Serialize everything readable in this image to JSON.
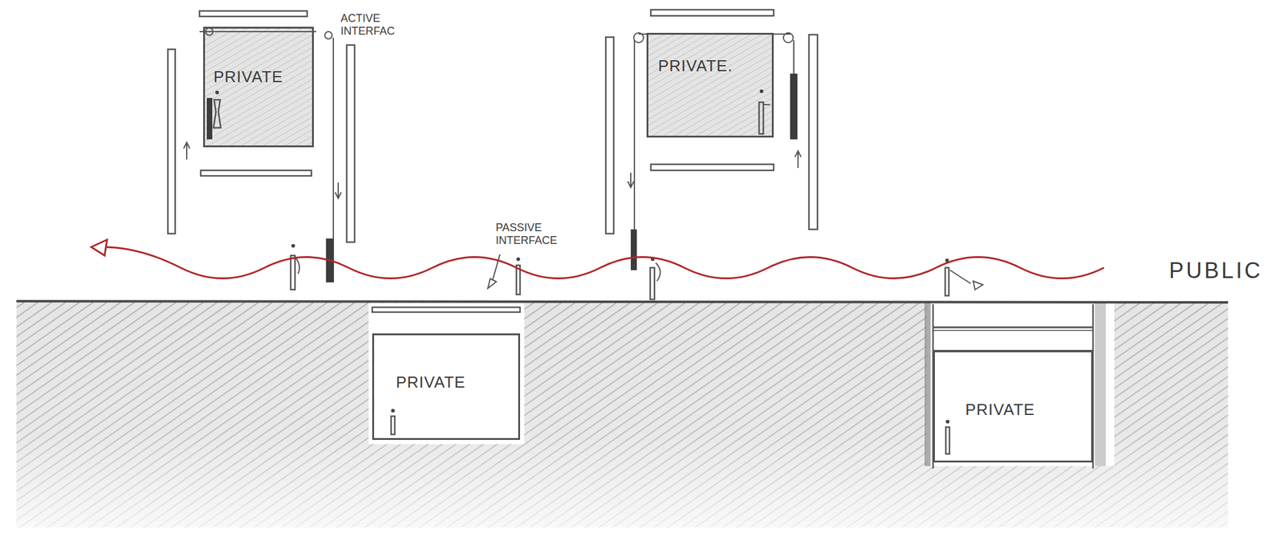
{
  "diagram": {
    "nodes": [
      {
        "text": [
          "PRIVATE"
        ]
      },
      {
        "text": [
          "PRIVATE."
        ]
      },
      {
        "text": [
          "PRIVATE"
        ]
      },
      {
        "text": [
          "PRIVATE"
        ]
      }
    ],
    "labels": [
      "ACTIVE INTERFAC",
      "PASSIVE INTERFACE",
      "PUBLIC"
    ]
  }
}
